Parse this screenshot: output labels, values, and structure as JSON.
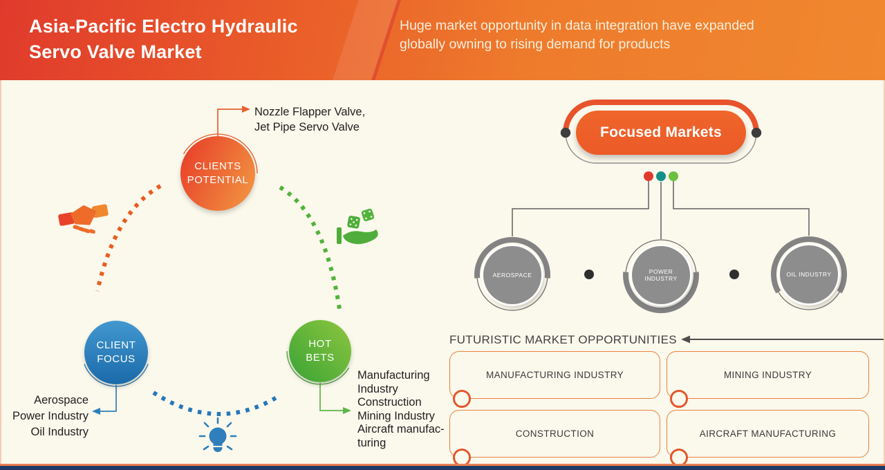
{
  "header": {
    "title": "Asia-Pacific Electro Hydraulic\nServo Valve Market",
    "subtitle": "Huge market opportunity in data integration have expanded\nglobally owning to rising demand for products"
  },
  "diagram": {
    "clients_potential": {
      "label": "CLIENTS\nPOTENTIAL",
      "note": "Nozzle Flapper Valve,\nJet Pipe Servo Valve"
    },
    "client_focus": {
      "label": "CLIENT\nFOCUS",
      "note": "Aerospace\nPower Industry\nOil Industry"
    },
    "hot_bets": {
      "label": "HOT\nBETS",
      "note": "Manufacturing\nIndustry\nConstruction\nMining Industry\nAircraft manufac-\nturing"
    },
    "icons": {
      "handshake": "handshake-icon",
      "dice_hand": "dice-hand-icon",
      "lightbulb": "lightbulb-icon"
    }
  },
  "focused_markets": {
    "title": "Focused Markets",
    "legend_colors": [
      "#e03a2e",
      "#149089",
      "#6cbf40"
    ],
    "nodes": [
      {
        "label": "AEROSPACE"
      },
      {
        "label": "POWER INDUSTRY"
      },
      {
        "label": "OIL INDUSTRY"
      }
    ]
  },
  "opportunities": {
    "heading": "FUTURISTIC MARKET OPPORTUNITIES",
    "items": [
      "MANUFACTURING INDUSTRY",
      "MINING INDUSTRY",
      "CONSTRUCTION",
      "AIRCRAFT MANUFACTURING"
    ]
  },
  "colors": {
    "header_gradient_left": "#e03a2c",
    "header_gradient_right": "#f0882f",
    "background": "#fbf8ec",
    "bubble_orange": "#ee6b2a",
    "bubble_blue": "#2577b9",
    "bubble_green": "#52b33b",
    "pill_orange": "#ec5a28",
    "gray_node": "#8d8d8d",
    "box_border": "#e8823f",
    "footer_navy": "#1d3a66"
  }
}
